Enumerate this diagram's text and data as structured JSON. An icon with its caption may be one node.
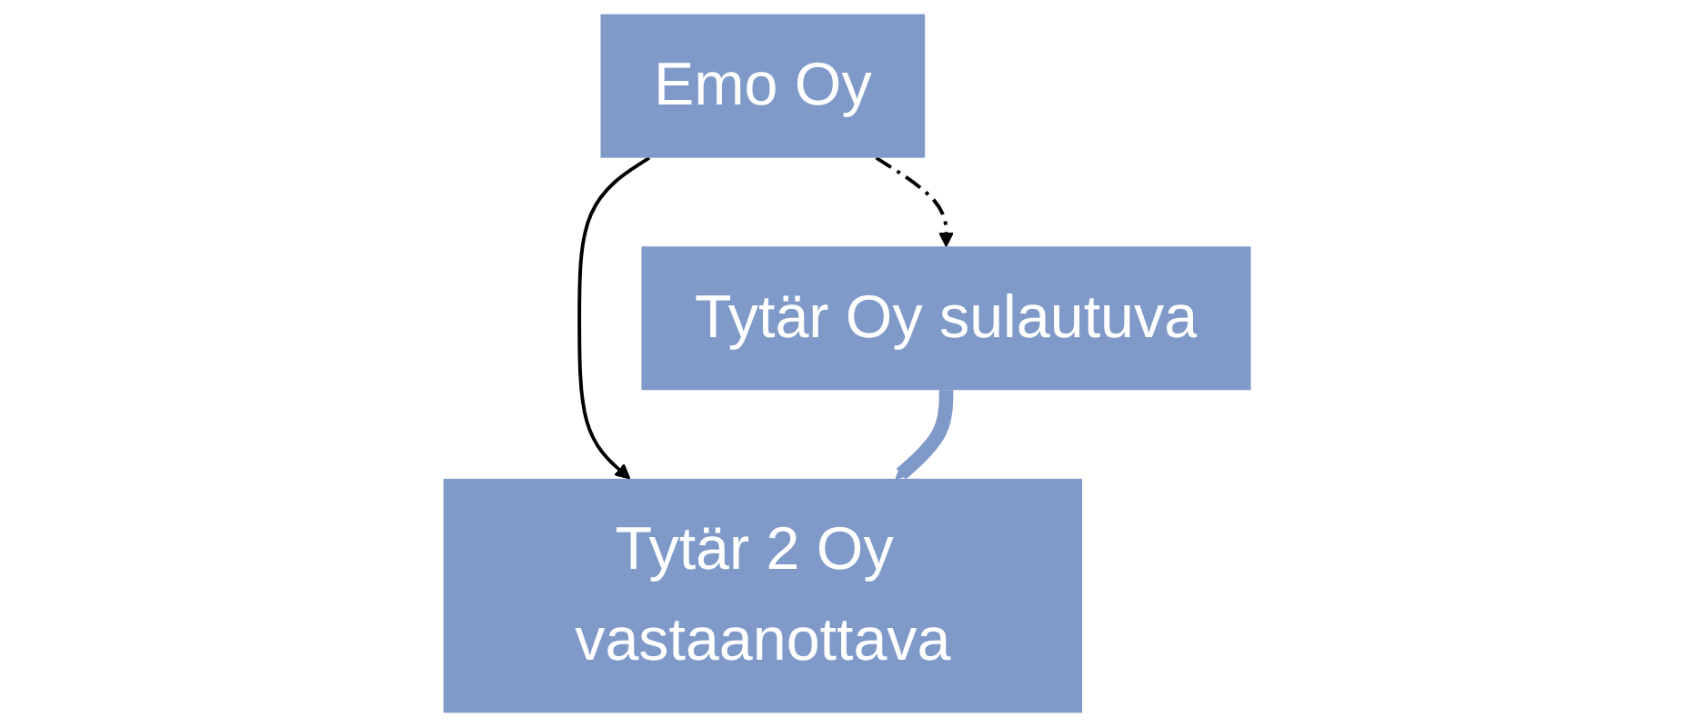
{
  "diagram": {
    "nodes": [
      {
        "text": [
          "Emo Oy"
        ]
      },
      {
        "text": [
          "Tytär Oy sulautuva"
        ]
      },
      {
        "text": [
          "Tytär 2 Oy vastaanottava"
        ]
      }
    ],
    "edges": [
      {
        "from": 0,
        "to": 1,
        "arrow": "to",
        "style": "dashed"
      },
      {
        "from": 0,
        "to": 2,
        "arrow": "to"
      },
      {
        "from": 1,
        "to": 2,
        "arrow": "to",
        "style": "thick",
        "color": "#7f9ac8"
      }
    ]
  }
}
